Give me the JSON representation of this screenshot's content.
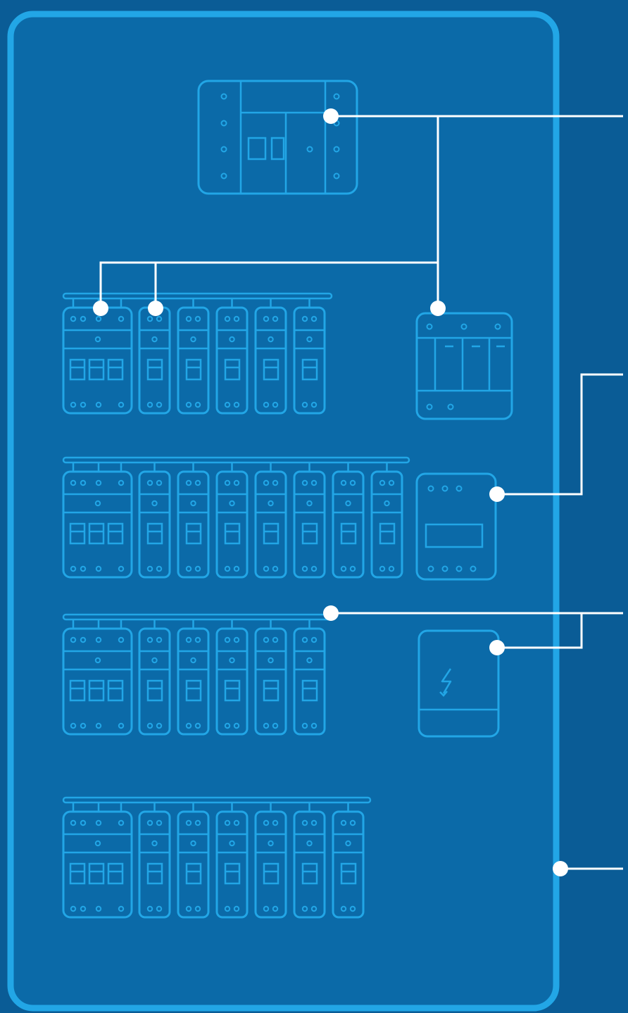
{
  "colors": {
    "background": "#0a5c96",
    "panel_fill": "#0b6aa8",
    "outline": "#22a6e6",
    "leader_line": "#ffffff"
  },
  "icons": [
    "main-breaker-icon",
    "breaker-row-icon",
    "surge-protector-icon",
    "energy-meter-icon",
    "power-supply-icon"
  ],
  "rows": [
    {
      "id": "row-1",
      "single_pole_breakers": 5
    },
    {
      "id": "row-2",
      "single_pole_breakers": 7
    },
    {
      "id": "row-3",
      "single_pole_breakers": 5
    },
    {
      "id": "row-4",
      "single_pole_breakers": 6
    }
  ]
}
